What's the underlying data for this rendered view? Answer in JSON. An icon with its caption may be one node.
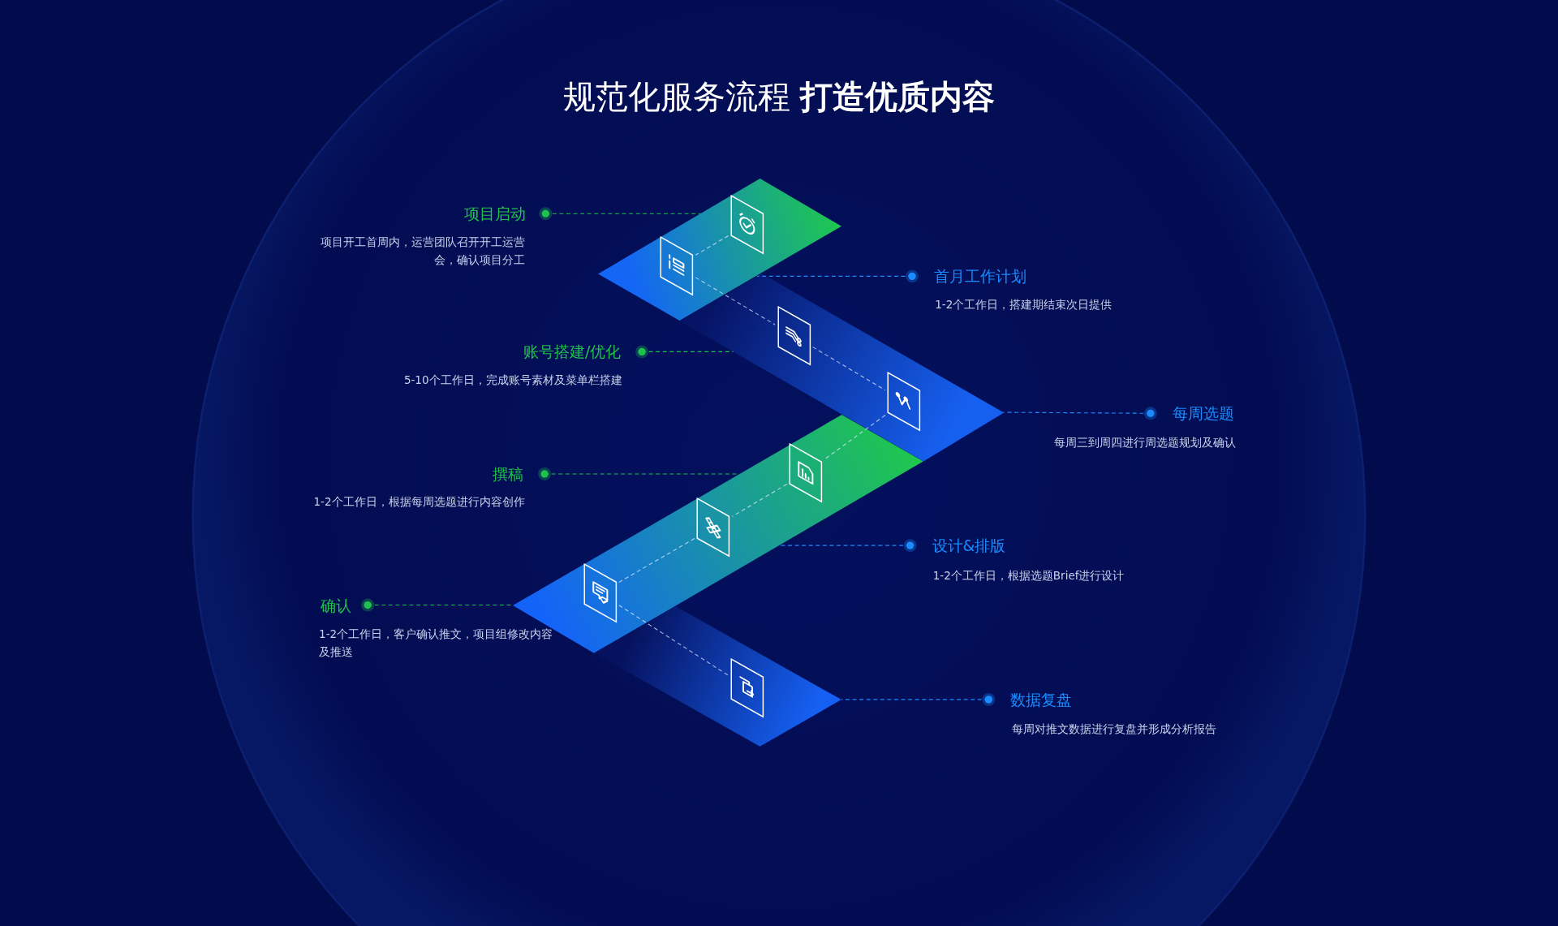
{
  "diagram": {
    "title": "规范化服务流程 **打造优质内容**",
    "nodes": [
      {
        "text": [
          "项目启动"
        ],
        "beside": [
          "项目开工首周内，运营团队召开开工运营会，确认项目分工"
        ]
      },
      {
        "text": [
          "首月工作计划"
        ],
        "beside": [
          "1-2个工作日，搭建期结束次日提供"
        ]
      },
      {
        "text": [
          "账号搭建/优化"
        ],
        "beside": [
          "5-10个工作日，完成账号素材及菜单栏搭建"
        ]
      },
      {
        "text": [
          "每周选题"
        ],
        "beside": [
          "每周三到周四进行周选题规划及确认"
        ]
      },
      {
        "text": [
          "撰稿"
        ],
        "beside": [
          "1-2个工作日，根据每周选题进行内容创作"
        ]
      },
      {
        "text": [
          "设计&排版"
        ],
        "beside": [
          "1-2个工作日，根据选题Brief进行设计"
        ]
      },
      {
        "text": [
          "确认"
        ],
        "beside": [
          "1-2个工作日，客户确认推文，项目组修改内容及推送"
        ]
      },
      {
        "text": [
          "数据复盘"
        ],
        "beside": [
          "每周对推文数据进行复盘并形成分析报告"
        ]
      },
      {
        "text": [],
        "shape": "band"
      },
      {
        "text": [],
        "shape": "picture",
        "in": 8
      },
      {
        "text": [],
        "shape": "picture",
        "in": 8
      },
      {
        "text": [],
        "shape": "band"
      },
      {
        "text": [],
        "shape": "picture",
        "in": 11
      },
      {
        "text": [],
        "shape": "picture",
        "in": 11
      },
      {
        "text": [],
        "shape": "band"
      },
      {
        "text": [],
        "shape": "picture",
        "in": 14
      },
      {
        "text": [],
        "shape": "picture",
        "in": 14
      },
      {
        "text": [],
        "shape": "picture",
        "in": 14
      },
      {
        "text": [],
        "shape": "band"
      },
      {
        "text": [],
        "shape": "picture",
        "in": 18
      }
    ],
    "edges": [
      {
        "from": 0,
        "to": 8,
        "arrow": "other",
        "style": "dashed",
        "color": "#1fc24c"
      },
      {
        "from": 1,
        "to": 8,
        "arrow": "other",
        "style": "dashed",
        "color": "#1a8cff"
      },
      {
        "from": 2,
        "to": 11,
        "arrow": "other",
        "style": "dashed",
        "color": "#1fc24c"
      },
      {
        "from": 3,
        "to": 11,
        "arrow": "other",
        "style": "dashed",
        "color": "#1a8cff"
      },
      {
        "from": 4,
        "to": 14,
        "arrow": "other",
        "style": "dashed",
        "color": "#1fc24c"
      },
      {
        "from": 5,
        "to": 14,
        "arrow": "other",
        "style": "dashed",
        "color": "#1a8cff"
      },
      {
        "from": 6,
        "to": 14,
        "arrow": "other",
        "style": "dashed",
        "color": "#1fc24c"
      },
      {
        "from": 7,
        "to": 18,
        "arrow": "other",
        "style": "dashed",
        "color": "#1a8cff"
      },
      {
        "from": 9,
        "to": 10,
        "arrow": "none",
        "style": "dashed"
      },
      {
        "from": 10,
        "to": 12,
        "arrow": "none",
        "style": "dashed"
      },
      {
        "from": 12,
        "to": 13,
        "arrow": "none",
        "style": "dashed"
      },
      {
        "from": 13,
        "to": 15,
        "arrow": "none",
        "style": "dashed"
      },
      {
        "from": 15,
        "to": 16,
        "arrow": "none",
        "style": "dashed"
      },
      {
        "from": 16,
        "to": 17,
        "arrow": "none",
        "style": "dashed"
      },
      {
        "from": 17,
        "to": 19,
        "arrow": "none",
        "style": "dashed"
      }
    ]
  }
}
